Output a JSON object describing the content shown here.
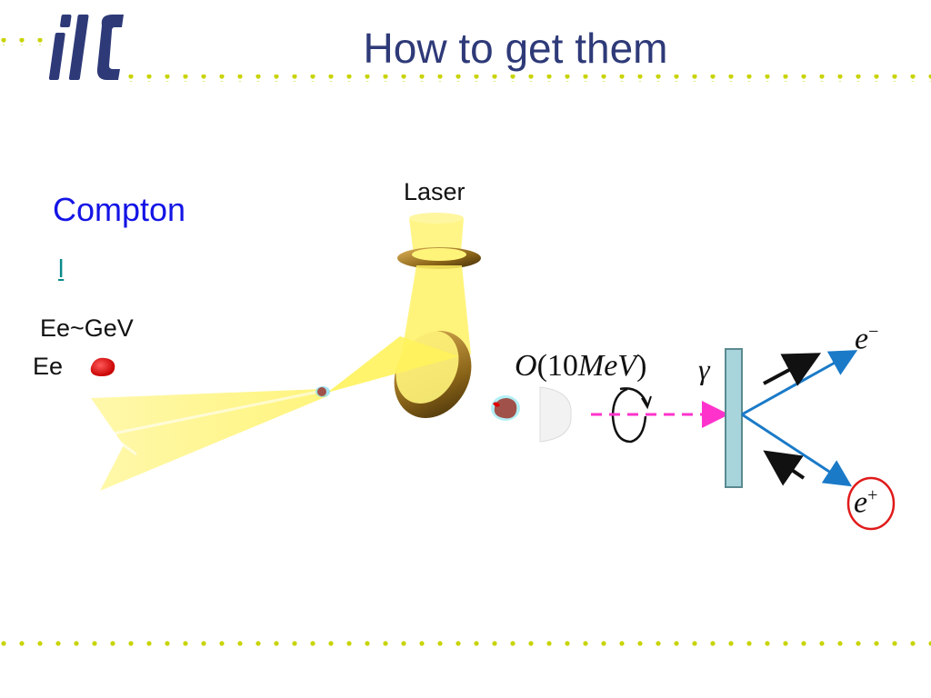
{
  "header": {
    "logo_text": "ilc",
    "title": "How to get them"
  },
  "slide": {
    "heading": "Compton",
    "bullet_mark": "l",
    "ee_gev": "Ee~GeV",
    "ee_truncated": "Ee",
    "laser_label": "Laser"
  },
  "physics": {
    "energy_O": "O",
    "energy_value": "(10",
    "energy_unit": "MeV",
    "energy_close": ")",
    "photon": "γ",
    "electron": "e",
    "electron_charge": "−",
    "positron": "e",
    "positron_charge": "+"
  },
  "colors": {
    "title": "#2e3a78",
    "heading": "#1414e6",
    "dots": "#c8d400",
    "logo": "#2e3a78",
    "laser_beam": "#fff47a",
    "photon_line": "#ff33cc",
    "target": "#a8d4dc",
    "pair_lines": "#1a7ac8",
    "positron_circle": "#e01a1a"
  }
}
